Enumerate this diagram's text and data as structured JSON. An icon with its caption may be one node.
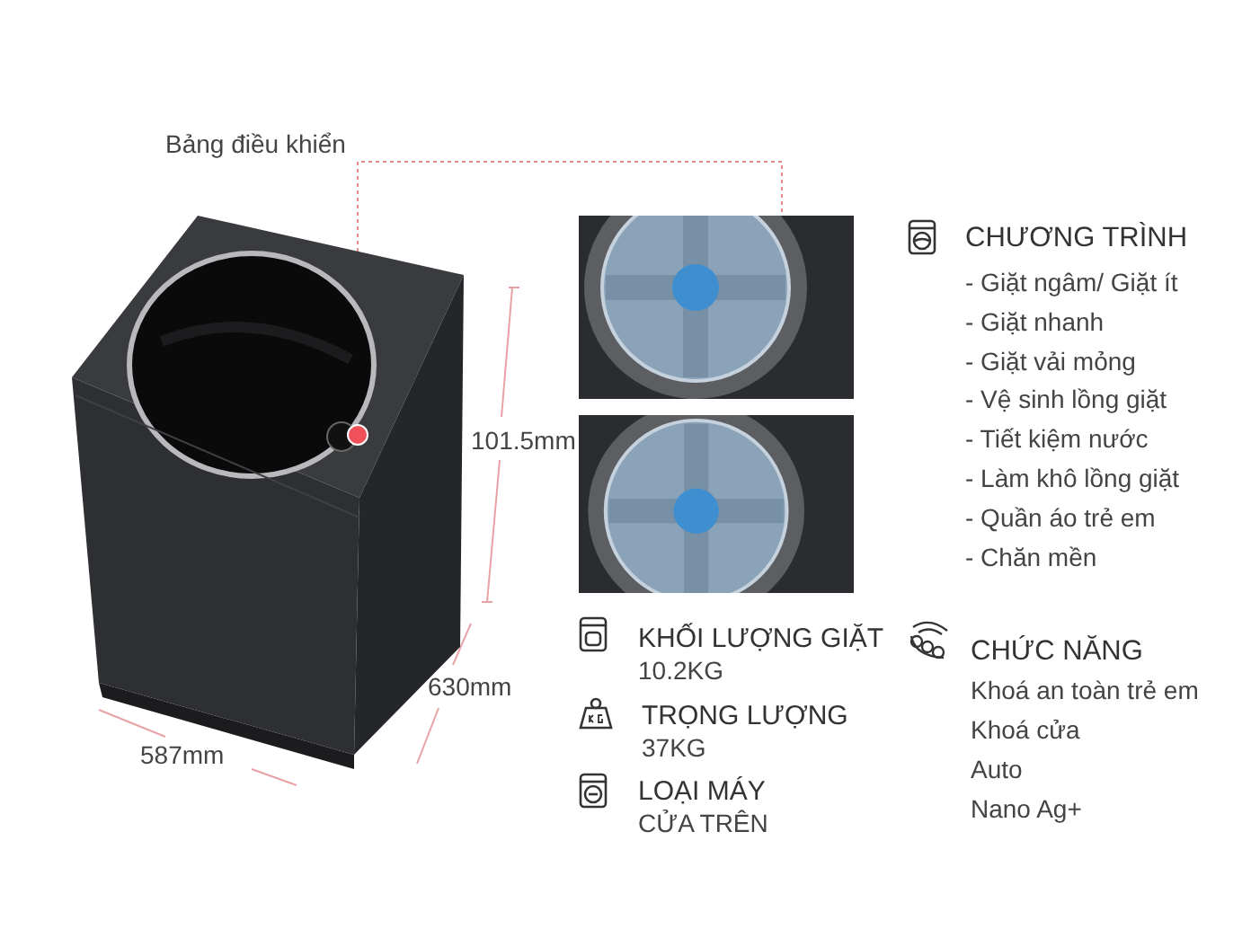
{
  "diagram": {
    "nodes": [
      {
        "text": [],
        "shape": "picture"
      },
      {
        "text": [],
        "shape": "circle",
        "in": 0
      },
      {
        "text": [],
        "shape": "picture"
      },
      {
        "text": [],
        "shape": "picture"
      }
    ],
    "edges": [
      {
        "from": 1,
        "to": 2,
        "arrow": "none",
        "style": "dashed"
      }
    ],
    "labels": [
      "Bảng điều khiển",
      "101.5mm",
      "630mm",
      "587mm",
      "CHƯƠNG TRÌNH",
      "- Giặt ngâm/ Giặt ít",
      "- Giặt nhanh",
      "- Giặt vải mỏng",
      "- Vệ sinh lồng giặt",
      "- Tiết kiệm nước",
      "- Làm khô lồng giặt",
      "- Quần áo trẻ em",
      "- Chăn mền",
      "KHỐI LƯỢNG GIẶT",
      "10.2KG",
      "TRỌNG LƯỢNG",
      "37KG",
      "LOẠI MÁY",
      "CỬA TRÊN",
      "CHỨC NĂNG",
      "Khoá an toàn trẻ em",
      "Khoá cửa",
      "Auto",
      "Nano Ag+"
    ]
  }
}
